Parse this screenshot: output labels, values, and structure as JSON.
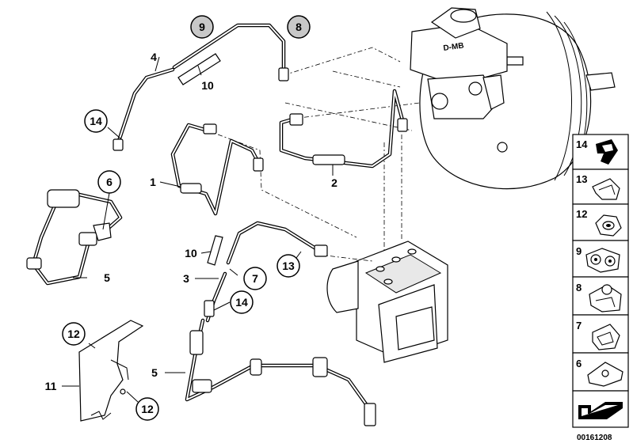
{
  "drawing_number": "00161208",
  "callouts": {
    "c1": "1",
    "c2": "2",
    "c3": "3",
    "c4": "4",
    "c5a": "5",
    "c5b": "5",
    "c6": "6",
    "c7": "7",
    "c8": "8",
    "c9": "9",
    "c10a": "10",
    "c10b": "10",
    "c11": "11",
    "c12a": "12",
    "c12b": "12",
    "c13": "13",
    "c14a": "14",
    "c14b": "14"
  },
  "legend": [
    {
      "num": "14",
      "icon": "clip-holder-icon"
    },
    {
      "num": "13",
      "icon": "bracket-clip-icon"
    },
    {
      "num": "12",
      "icon": "hex-nut-icon"
    },
    {
      "num": "9",
      "icon": "double-clip-icon"
    },
    {
      "num": "8",
      "icon": "pipe-clip-icon"
    },
    {
      "num": "7",
      "icon": "spring-clip-icon"
    },
    {
      "num": "6",
      "icon": "retaining-clip-icon"
    },
    {
      "num": "",
      "icon": "arrow-icon"
    }
  ]
}
